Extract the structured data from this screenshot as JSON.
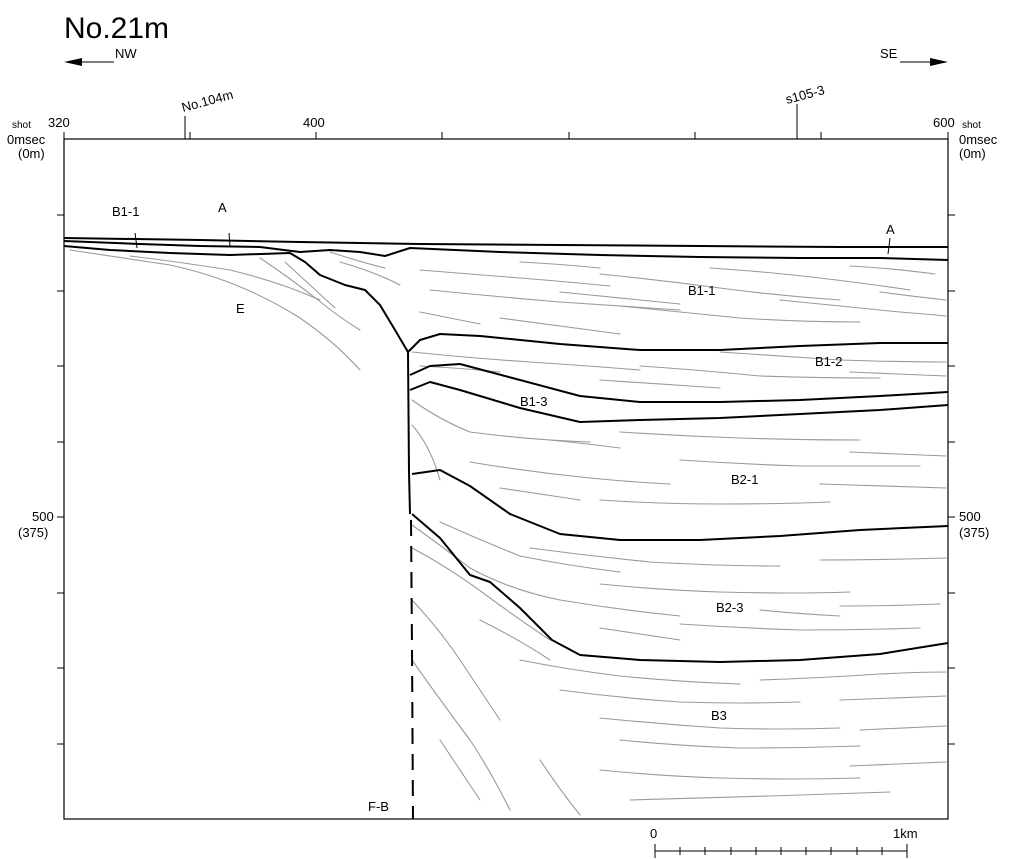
{
  "title": "No.21m",
  "direction": {
    "left": "NW",
    "right": "SE"
  },
  "top_axis": {
    "unit_label": "shot",
    "start": "320",
    "mid": "400",
    "end": "600",
    "cross_lines": [
      "No.104m",
      "s105-3"
    ]
  },
  "depth_axis": {
    "top_time": "0msec",
    "top_depth": "(0m)",
    "mid_time": "500",
    "mid_depth": "(375)"
  },
  "units": {
    "A_left": "A",
    "A_right": "A",
    "B1_1_left": "B1-1",
    "B1_1": "B1-1",
    "B1_2": "B1-2",
    "B1_3": "B1-3",
    "B2_1": "B2-1",
    "B2_3": "B2-3",
    "B3": "B3",
    "E": "E",
    "fault": "F-B"
  },
  "scale_bar": {
    "start": "0",
    "end": "1km"
  }
}
